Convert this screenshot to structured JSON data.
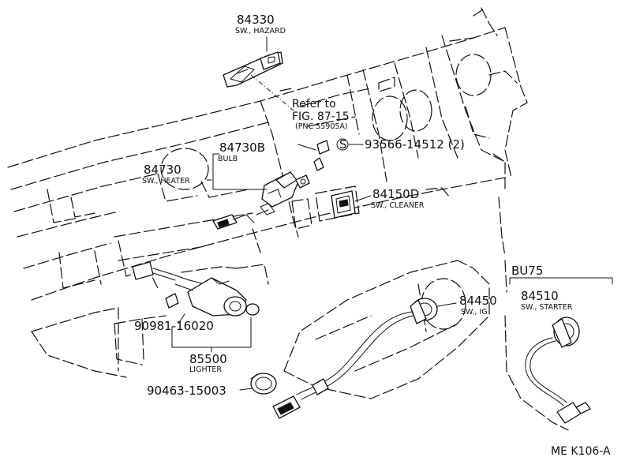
{
  "parts": {
    "p84330": {
      "number": "84330",
      "name": "SW., HAZARD"
    },
    "p84730B": {
      "number": "84730B",
      "name": "BULB"
    },
    "p84730": {
      "number": "84730",
      "name": "SW., HEATER"
    },
    "p93566": {
      "number": "93566-14512 (2)",
      "symbol": "S"
    },
    "p84150D": {
      "number": "84150D",
      "name": "SW., CLEANER"
    },
    "p84450": {
      "number": "84450",
      "name": "SW., IG"
    },
    "p90981": {
      "number": "90981-16020"
    },
    "p85500": {
      "number": "85500",
      "name": "LIGHTER"
    },
    "p90463": {
      "number": "90463-15003"
    },
    "p84510": {
      "number": "84510",
      "name": "SW., STARTER"
    }
  },
  "reference": {
    "line1": "Refer to",
    "line2": "FIG. 87-15",
    "line3": "(PNC 55905A)"
  },
  "variant": {
    "label": "BU75"
  },
  "figure_code": "ME K106-A"
}
